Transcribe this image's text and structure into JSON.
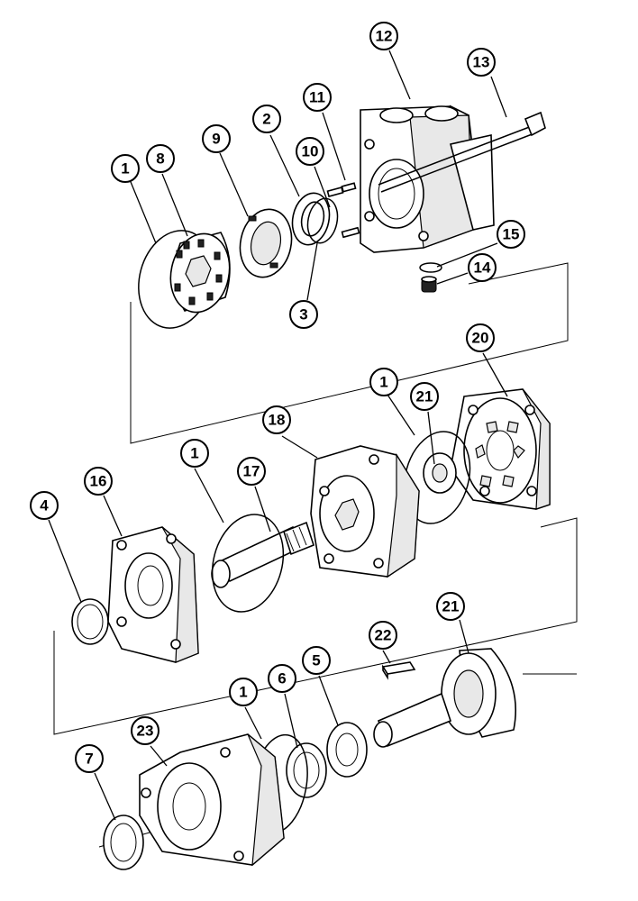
{
  "callouts": {
    "c1a": "1",
    "c8": "8",
    "c9": "9",
    "c2": "2",
    "c10": "10",
    "c11": "11",
    "c12": "12",
    "c13": "13",
    "c15": "15",
    "c14": "14",
    "c3": "3",
    "c20": "20",
    "c1b": "1",
    "c21a": "21",
    "c18": "18",
    "c1c": "1",
    "c17": "17",
    "c16": "16",
    "c4": "4",
    "c22": "22",
    "c21b": "21",
    "c1d": "1",
    "c6": "6",
    "c5": "5",
    "c23": "23",
    "c7": "7"
  }
}
